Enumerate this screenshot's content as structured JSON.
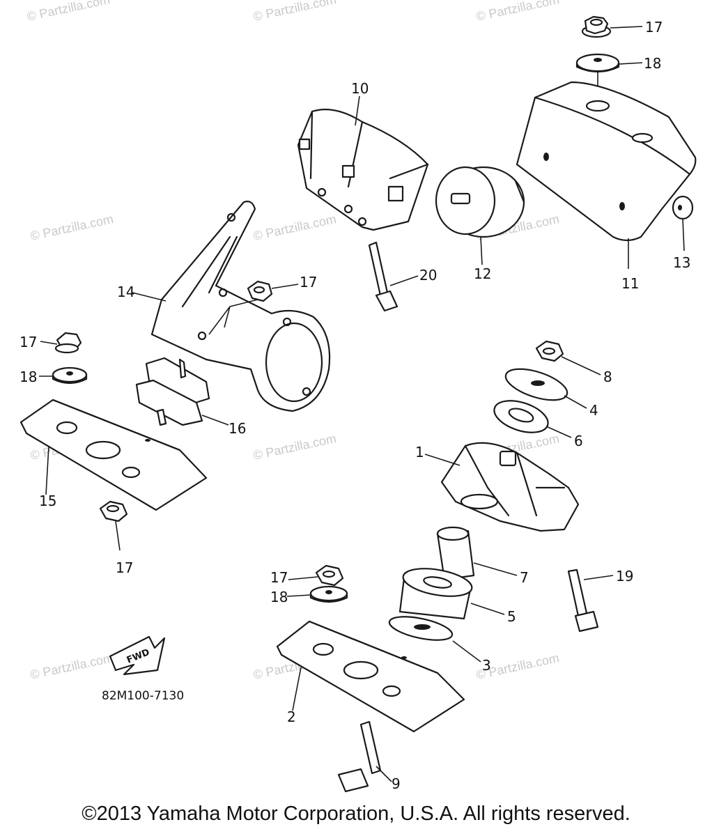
{
  "watermark": "© Partzilla.com",
  "part_code": "82M100-7130",
  "fwd_label": "FWD",
  "copyright": "©2013 Yamaha Motor Corporation, U.S.A. All rights reserved.",
  "callouts": [
    "1",
    "2",
    "3",
    "4",
    "5",
    "6",
    "7",
    "8",
    "9",
    "10",
    "11",
    "12",
    "13",
    "14",
    "15",
    "16",
    "17",
    "17",
    "17",
    "17",
    "17",
    "18",
    "18",
    "18",
    "19",
    "20"
  ]
}
